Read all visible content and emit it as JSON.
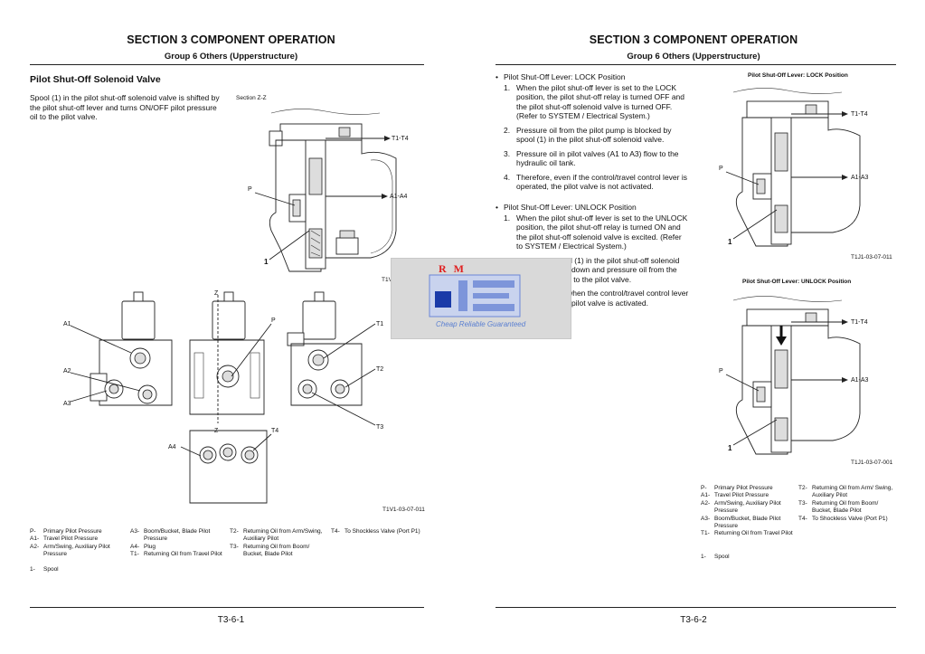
{
  "left": {
    "section_title": "SECTION 3 COMPONENT OPERATION",
    "group_title": "Group 6 Others (Upperstructure)",
    "heading": "Pilot Shut-Off Solenoid Valve",
    "intro_lines": [
      "Spool (1) in the pilot shut-off solenoid valve is shifted by",
      "the pilot shut-off lever and turns ON/OFF pilot pressure",
      "oil to the pilot valve."
    ],
    "fig1": {
      "caption": "Section Z-Z",
      "label_t1t4": "T1-T4",
      "label_p": "P",
      "label_a1a4": "A1-A4",
      "label_1": "1",
      "code": "T1V1-03-07-012"
    },
    "fig2": {
      "a1": "A1",
      "a2": "A2",
      "a3": "A3",
      "a4": "A4",
      "z_top": "Z",
      "z_bottom": "Z",
      "p": "P",
      "t1": "T1",
      "t2": "T2",
      "t3": "T3",
      "t4": "T4",
      "code": "T1V1-03-07-011"
    },
    "legend": {
      "col1": [
        {
          "code": "P-",
          "text": "Primary Pilot Pressure"
        },
        {
          "code": "A1-",
          "text": "Travel Pilot Pressure"
        },
        {
          "code": "A2-",
          "text": "Arm/Swing, Auxiliary Pilot Pressure"
        }
      ],
      "col2": [
        {
          "code": "A3-",
          "text": "Boom/Bucket, Blade Pilot Pressure"
        },
        {
          "code": "A4-",
          "text": "Plug"
        },
        {
          "code": "T1-",
          "text": "Returning Oil from Travel Pilot"
        }
      ],
      "col3": [
        {
          "code": "T2-",
          "text": "Returning Oil from Arm/Swing, Auxiliary Pilot"
        },
        {
          "code": "T3-",
          "text": "Returning Oil from Boom/ Bucket, Blade Pilot"
        }
      ],
      "col4": [
        {
          "code": "T4-",
          "text": "To Shockless Valve (Port P1)"
        }
      ],
      "spool": {
        "code": "1-",
        "text": "Spool"
      }
    },
    "page_number": "T3-6-1"
  },
  "right": {
    "section_title": "SECTION 3 COMPONENT OPERATION",
    "group_title": "Group 6 Others (Upperstructure)",
    "lock": {
      "title": "Pilot Shut-Off Lever: LOCK Position",
      "steps": [
        {
          "n": "1.",
          "text": "When the pilot shut-off lever is set to the LOCK position, the pilot shut-off relay is turned OFF and the pilot shut-off solenoid valve is turned OFF. (Refer to SYSTEM / Electrical System.)"
        },
        {
          "n": "2.",
          "text": "Pressure oil from the pilot pump is blocked by spool (1) in the pilot shut-off solenoid valve."
        },
        {
          "n": "3.",
          "text": "Pressure oil in pilot valves (A1 to A3) flow to the hydraulic oil tank."
        },
        {
          "n": "4.",
          "text": "Therefore, even if the control/travel control lever is operated, the pilot valve is not activated."
        }
      ]
    },
    "unlock": {
      "title": "Pilot Shut-Off Lever: UNLOCK Position",
      "steps": [
        {
          "n": "1.",
          "text": "When the pilot shut-off lever is set to the UNLOCK position, the pilot shut-off relay is turned ON and the pilot shut-off solenoid valve is excited. (Refer to SYSTEM / Electrical System.)"
        },
        {
          "n": "2.",
          "text": "Therefore, spool (1) in the pilot shut-off solenoid valve is pushed down and pressure oil from the pilot pump flows to the pilot valve."
        },
        {
          "n": "3.",
          "text": "Consequently, when the control/travel control lever is operated, the pilot valve is activated."
        }
      ]
    },
    "fig_lock": {
      "title": "Pilot Shut-Off Lever: LOCK Position",
      "t1t4": "T1-T4",
      "p": "P",
      "a1a3": "A1-A3",
      "one": "1",
      "code": "T1J1-03-07-011"
    },
    "fig_unlock": {
      "title": "Pilot Shut-Off Lever: UNLOCK Position",
      "t1t4": "T1-T4",
      "p": "P",
      "a1a3": "A1-A3",
      "one": "1",
      "code": "T1J1-03-07-001"
    },
    "legend": {
      "col1": [
        {
          "code": "P-",
          "text": "Primary Pilot Pressure"
        },
        {
          "code": "A1-",
          "text": "Travel Pilot Pressure"
        },
        {
          "code": "A2-",
          "text": "Arm/Swing, Auxiliary Pilot Pressure"
        },
        {
          "code": "A3-",
          "text": "Boom/Bucket, Blade Pilot Pressure"
        },
        {
          "code": "T1-",
          "text": "Returning Oil from Travel Pilot"
        }
      ],
      "col2": [
        {
          "code": "T2-",
          "text": "Returning Oil from Arm/ Swing, Auxiliary Pilot"
        },
        {
          "code": "T3-",
          "text": "Returning Oil from Boom/ Bucket, Blade Pilot"
        },
        {
          "code": "T4-",
          "text": "To Shockless Valve (Port P1)"
        }
      ],
      "spool": {
        "code": "1-",
        "text": "Spool"
      }
    },
    "page_number": "T3-6-2"
  },
  "watermark": {
    "brand": "RM",
    "slogan": "Cheap Reliable Guaranteed"
  }
}
